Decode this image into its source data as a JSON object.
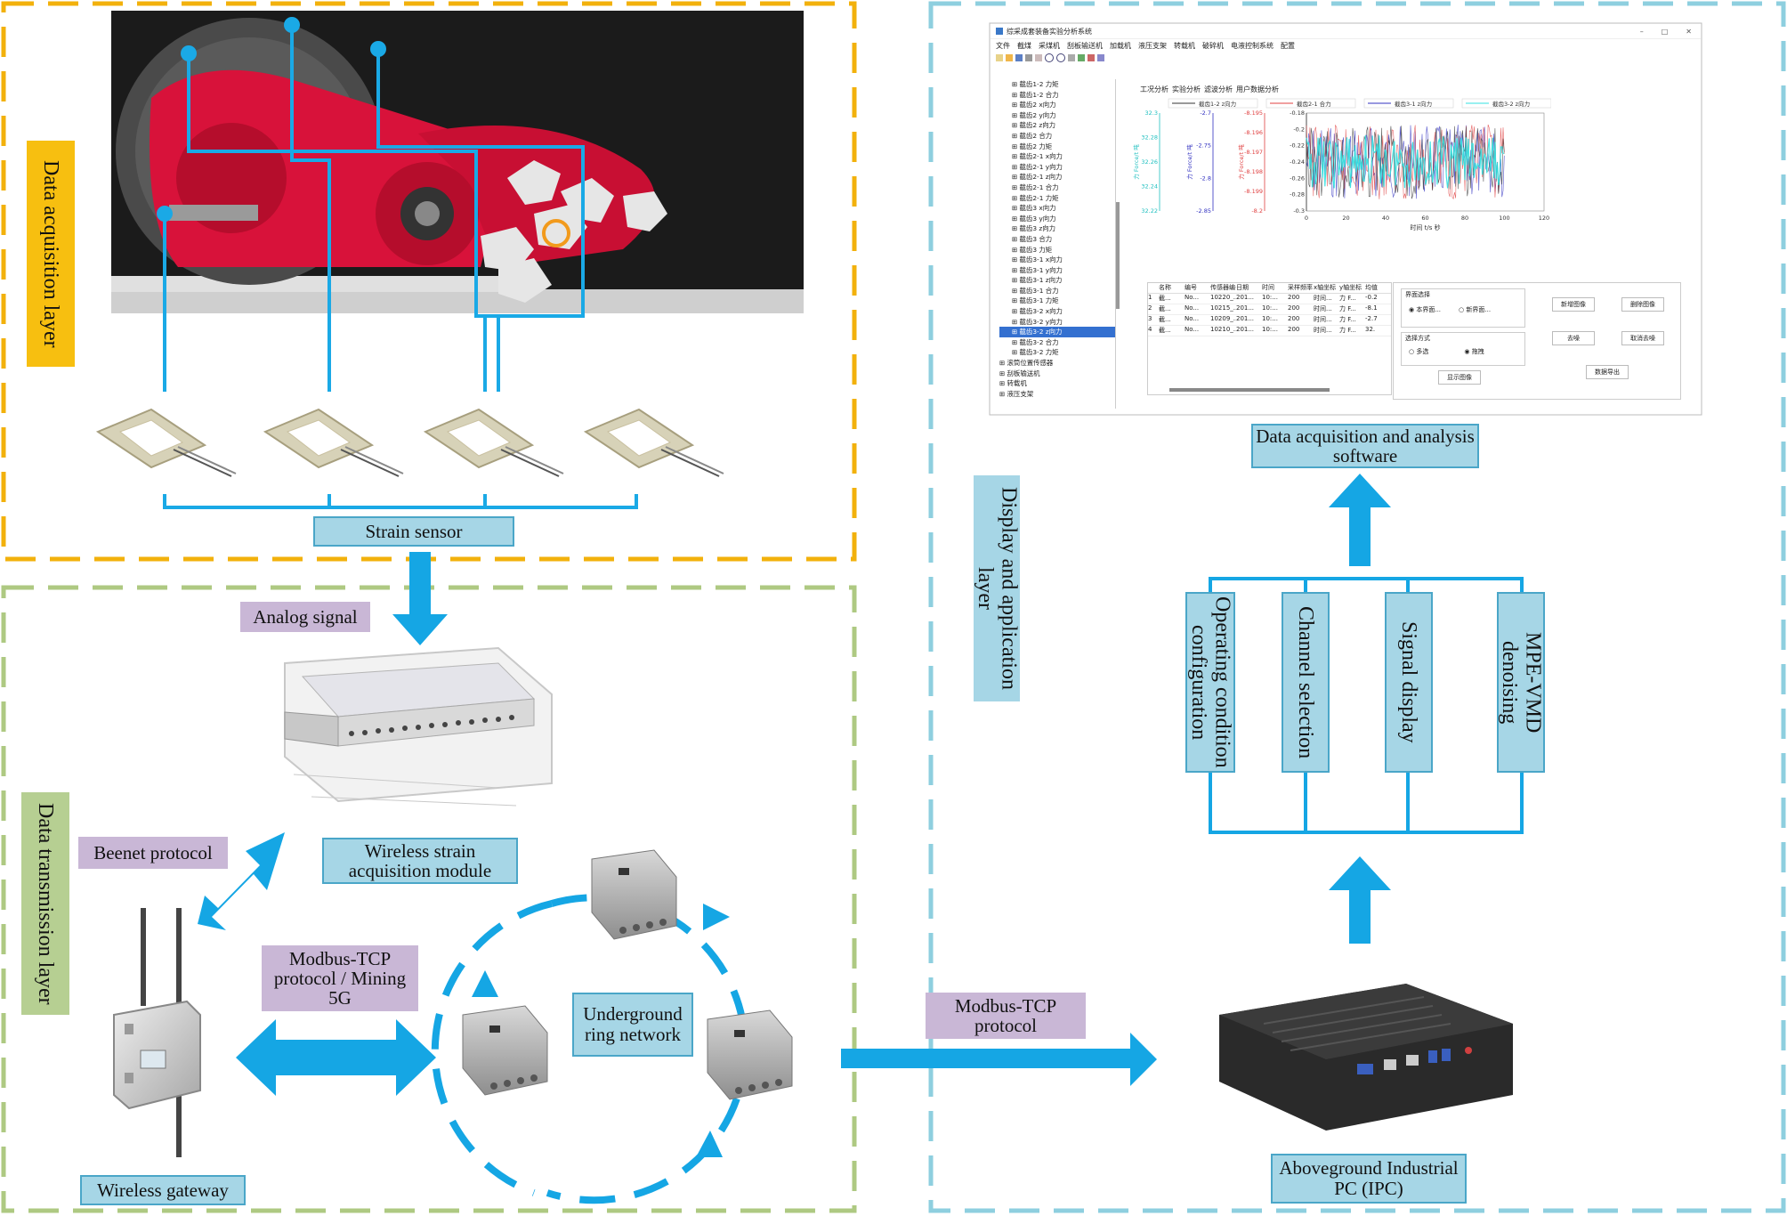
{
  "layers": {
    "acquisition": "Data acquisition layer",
    "transmission": "Data transmission layer",
    "display": "Display and application layer"
  },
  "labels": {
    "strain_sensor": "Strain sensor",
    "analog_signal": "Analog signal",
    "wireless_module": "Wireless strain acquisition module",
    "beenet": "Beenet protocol",
    "modbus_mining": "Modbus-TCP protocol / Mining 5G",
    "ring_network": "Underground ring network",
    "wireless_gateway": "Wireless gateway",
    "modbus_tcp": "Modbus-TCP protocol",
    "ipc": "Aboveground Industrial PC (IPC)",
    "software": "Data acquisition and analysis software"
  },
  "functions": [
    "Operating condition configuration",
    "Channel selection",
    "Signal display",
    "MPE-VMD denoising"
  ],
  "software": {
    "title": "综采成套装备实验分析系统",
    "menu": [
      "文件",
      "截煤",
      "采煤机",
      "刮板输送机",
      "加载机",
      "液压支架",
      "转载机",
      "破碎机",
      "电液控制系统",
      "配置"
    ],
    "tabs": [
      "工况分析",
      "实验分析",
      "滤波分析",
      "用户数据分析"
    ],
    "tree": [
      "截齿1-2 力矩",
      "截齿1-2 合力",
      "截齿2 x向力",
      "截齿2 y向力",
      "截齿2 z向力",
      "截齿2 合力",
      "截齿2 力矩",
      "截齿2-1 x向力",
      "截齿2-1 y向力",
      "截齿2-1 z向力",
      "截齿2-1 合力",
      "截齿2-1 力矩",
      "截齿3 x向力",
      "截齿3 y向力",
      "截齿3 z向力",
      "截齿3 合力",
      "截齿3 力矩",
      "截齿3-1 x向力",
      "截齿3-1 y向力",
      "截齿3-1 z向力",
      "截齿3-1 合力",
      "截齿3-1 力矩",
      "截齿3-2 x向力",
      "截齿3-2 y向力",
      "截齿3-2 z向力",
      "截齿3-2 合力",
      "截齿3-2 力矩",
      "滚筒位置传感器",
      "刮板输送机",
      "转载机",
      "液压支架"
    ],
    "legend": [
      "截齿1-2 z向力",
      "截齿2-1 合力",
      "截齿3-1 z向力",
      "截齿3-2 z向力"
    ],
    "legend_colors": [
      "#333333",
      "#e04040",
      "#3030c0",
      "#30e0e0"
    ],
    "axes": [
      {
        "label": "力 Force/t 吨",
        "ticks": [
          "32.3",
          "32.28",
          "32.26",
          "32.24",
          "32.22"
        ],
        "color": "#20c0c0"
      },
      {
        "label": "力 Force/t 吨",
        "ticks": [
          "-2.7",
          "-2.75",
          "-2.8",
          "-2.85"
        ],
        "color": "#3030c0"
      },
      {
        "label": "力 Force/t 吨",
        "ticks": [
          "-8.195",
          "-8.196",
          "-8.197",
          "-8.198",
          "-8.199",
          "-8.2"
        ],
        "color": "#e04040"
      },
      {
        "label": "",
        "ticks": [
          "-0.18",
          "-0.2",
          "-0.22",
          "-0.24",
          "-0.26",
          "-0.28",
          "-0.3"
        ],
        "color": "#333333"
      }
    ],
    "x_ticks": [
      "0",
      "20",
      "40",
      "60",
      "80",
      "100",
      "120"
    ],
    "x_label": "时间 t/s 秒",
    "table_headers": [
      "名称",
      "编号",
      "传感器编号",
      "日期",
      "时间",
      "采样频率",
      "x轴坐标",
      "y轴坐标",
      "均值"
    ],
    "table_rows": [
      [
        "1",
        "截...",
        "No...",
        "10220_...",
        "201...",
        "10:...",
        "200",
        "时间...",
        "力 F...",
        "-0.2"
      ],
      [
        "2",
        "截...",
        "No...",
        "10215_...",
        "201...",
        "10:...",
        "200",
        "时间...",
        "力 F...",
        "-8.1"
      ],
      [
        "3",
        "截...",
        "No...",
        "10209_...",
        "201...",
        "10:...",
        "200",
        "时间...",
        "力 F...",
        "-2.7"
      ],
      [
        "4",
        "截...",
        "No...",
        "10210_...",
        "201...",
        "10:...",
        "200",
        "时间...",
        "力 F...",
        "32."
      ]
    ],
    "panel": {
      "group1": "界面选择",
      "opt1a": "本界面...",
      "opt1b": "新界面...",
      "group2": "选择方式",
      "opt2a": "多选",
      "opt2b": "拖拽",
      "show": "显示图像",
      "add": "新增图像",
      "del": "删除图像",
      "denoise": "去噪",
      "cancel": "取消去噪",
      "export": "数据导出"
    }
  },
  "colors": {
    "acq_border": "#f2b10c",
    "trans_border": "#aec982",
    "disp_border": "#8ecfdf",
    "line_blue": "#1aa9e6",
    "arrow_blue": "#15a6e4"
  }
}
